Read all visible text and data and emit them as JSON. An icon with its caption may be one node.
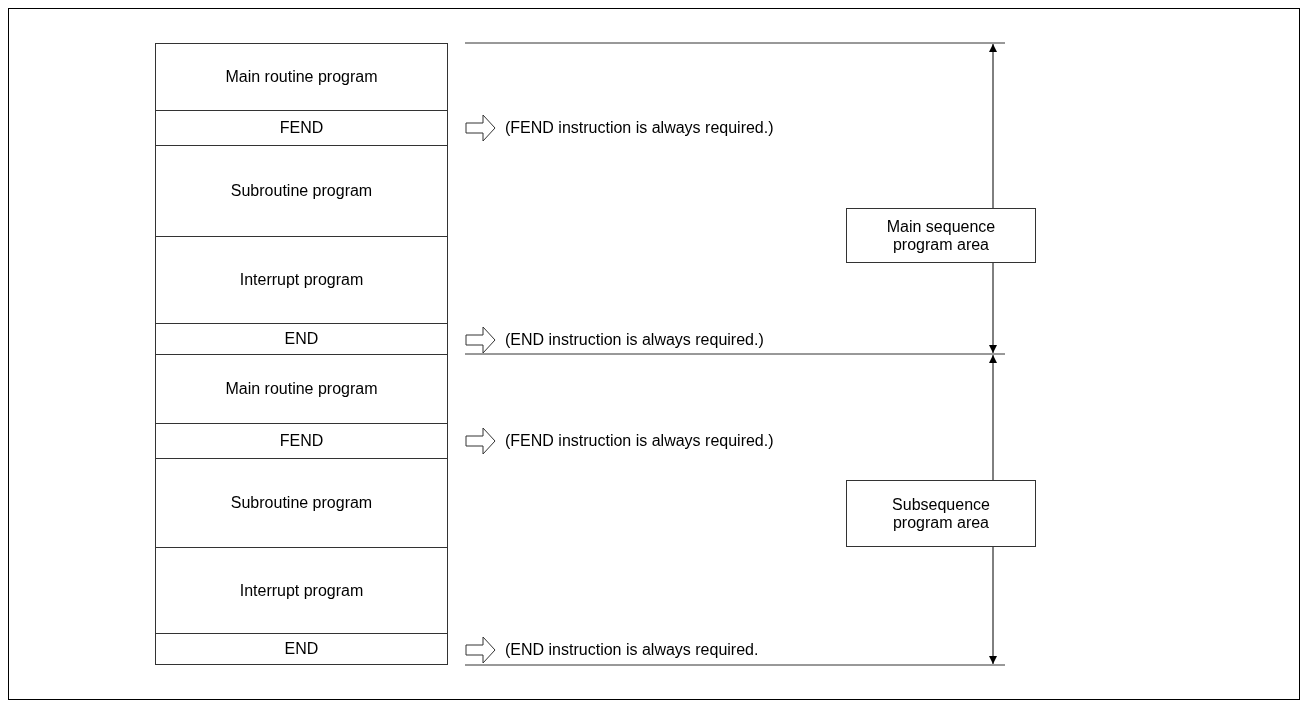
{
  "diagram": {
    "nodes": [
      {
        "text": [
          "Main routine program"
        ]
      },
      {
        "text": [
          "FEND"
        ]
      },
      {
        "text": [
          "(FEND instruction is always required.)"
        ]
      },
      {
        "text": [
          "Subroutine program"
        ]
      },
      {
        "text": [
          "Main sequence program area"
        ]
      },
      {
        "text": [
          "Interrupt program"
        ]
      },
      {
        "text": [
          "END"
        ]
      },
      {
        "text": [
          "(END instruction is always required.)"
        ]
      },
      {
        "text": [
          "Main routine program"
        ]
      },
      {
        "text": [
          "FEND"
        ]
      },
      {
        "text": [
          "(FEND instruction is always required.)"
        ]
      },
      {
        "text": [
          "Subroutine program"
        ]
      },
      {
        "text": [
          "Subsequence program area"
        ]
      },
      {
        "text": [
          "Interrupt program"
        ]
      },
      {
        "text": [
          "END"
        ]
      },
      {
        "text": [
          "(END instruction is always required."
        ]
      }
    ],
    "edges": [
      {
        "from": 1,
        "to": 2,
        "arrow": "to"
      },
      {
        "from": 6,
        "to": 7,
        "arrow": "to"
      },
      {
        "from": 9,
        "to": 10,
        "arrow": "to"
      },
      {
        "from": 14,
        "to": 15,
        "arrow": "to"
      }
    ]
  }
}
